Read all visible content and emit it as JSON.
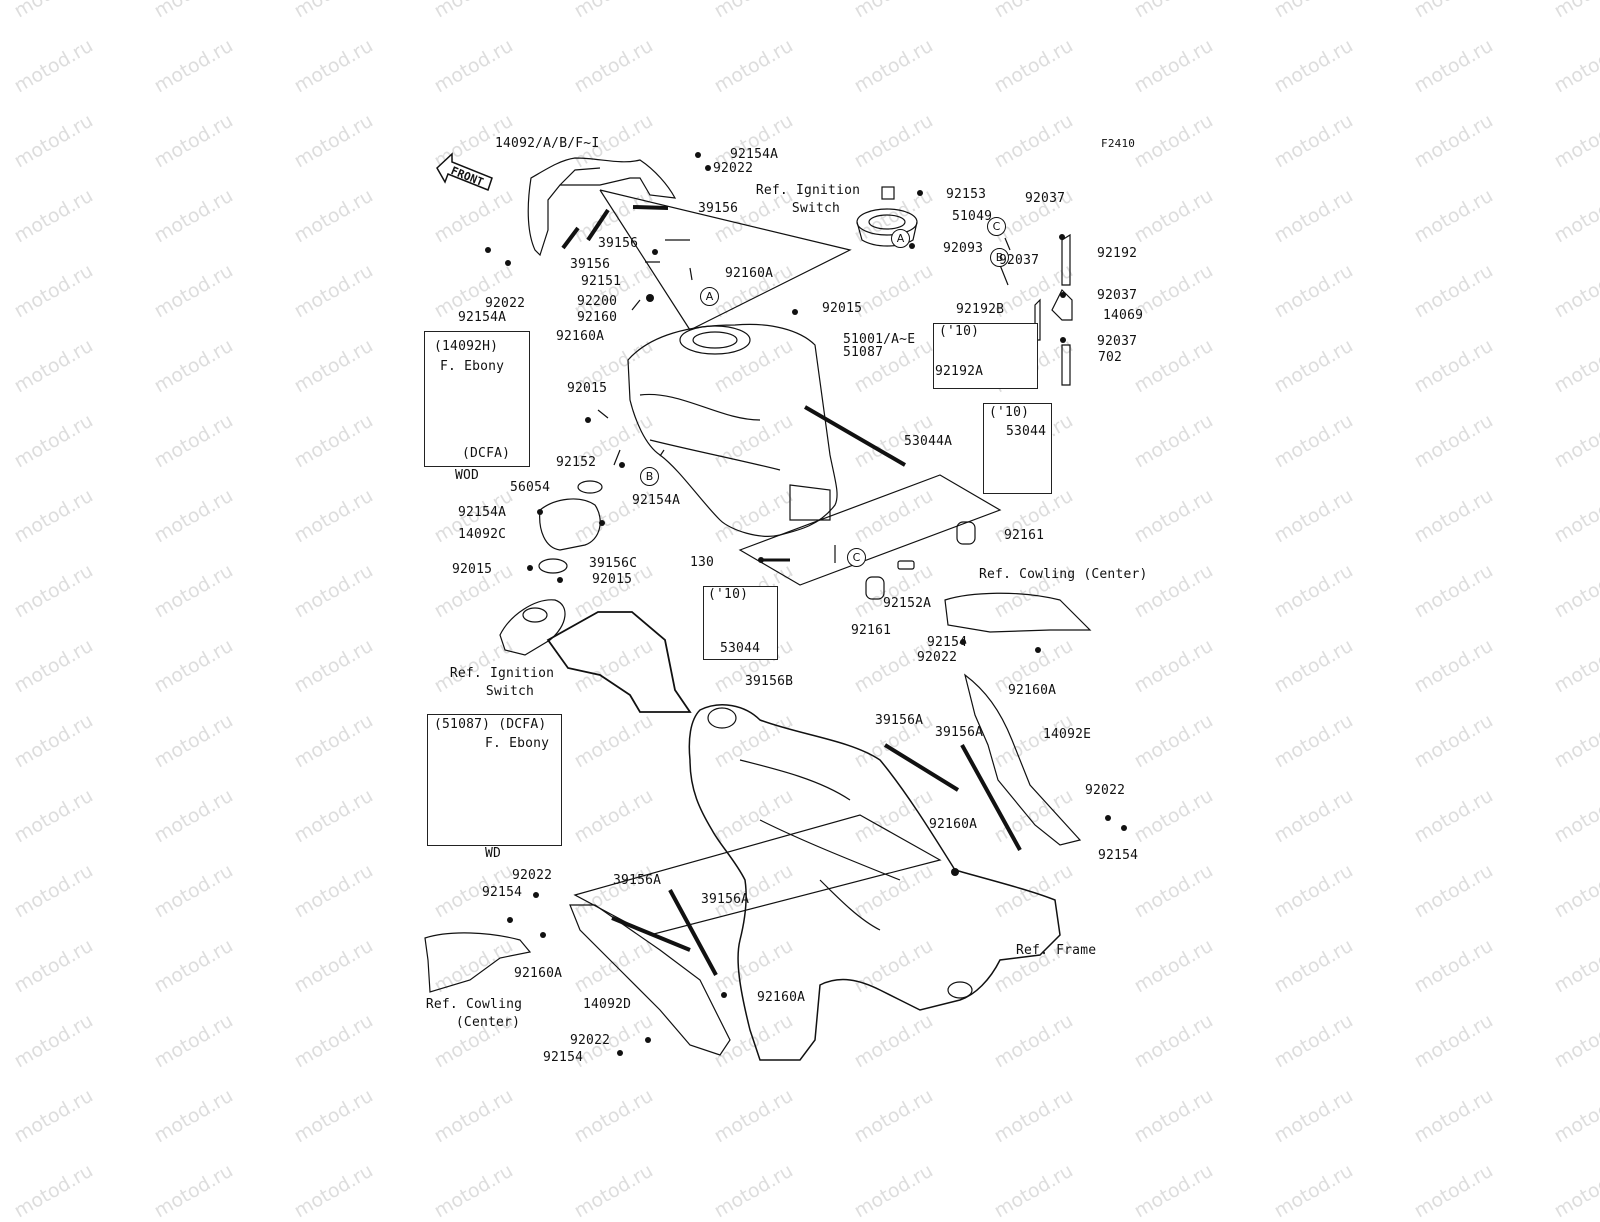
{
  "figure_code": "F2410",
  "front_label": "FRONT",
  "watermark": "motod.ru",
  "colors": {
    "ink": "#111111",
    "watermark": "#dddddd",
    "background": "#ffffff"
  },
  "ref_markers": [
    "A",
    "B",
    "C"
  ],
  "labels": {
    "p14092_abfi": "14092/A/B/F~I",
    "p92154a_top": "92154A",
    "p92022_top": "92022",
    "ref_ignition_switch_top_1": "Ref. Ignition",
    "ref_ignition_switch_top_2": "Switch",
    "p92153": "92153",
    "p51049": "51049",
    "p92093": "92093",
    "p92037_a": "92037",
    "p92192": "92192",
    "p92037_b": "92037",
    "p92192b": "92192B",
    "p92037_c": "92037",
    "p14069": "14069",
    "p92037_d": "92037",
    "p702": "702",
    "p39156_a": "39156",
    "p39156_b": "39156",
    "p39156_c": "39156",
    "p92151": "92151",
    "p92160a_1": "92160A",
    "p92200": "92200",
    "p92160": "92160",
    "p92160a_2": "92160A",
    "p92015_1": "92015",
    "p51001": "51001/A~E",
    "p51087": "51087",
    "p92022_left": "92022",
    "p92154a_left": "92154A",
    "p92015_2": "92015",
    "p92152": "92152",
    "p53044a": "53044A",
    "p56054": "56054",
    "p92154a_3": "92154A",
    "p92154a_4": "92154A",
    "p14092c": "14092C",
    "p92015_3": "92015",
    "p39156c": "39156C",
    "p92015_4": "92015",
    "ref_ignition_switch_bottom_1": "Ref. Ignition",
    "ref_ignition_switch_bottom_2": "Switch",
    "p130": "130",
    "p92161_a": "92161",
    "p92161_b": "92161",
    "p92152a": "92152A",
    "p39156b": "39156B",
    "ref_cowling_center_right": "Ref. Cowling (Center)",
    "p92154_r1": "92154",
    "p92022_r1": "92022",
    "p92160a_r1": "92160A",
    "p39156a_1": "39156A",
    "p39156a_2": "39156A",
    "p14092e": "14092E",
    "p92022_r2": "92022",
    "p92160a_r2": "92160A",
    "p92154_r2": "92154",
    "ref_frame": "Ref. Frame",
    "p92022_bl": "92022",
    "p92154_bl": "92154",
    "p39156a_3": "39156A",
    "p39156a_4": "39156A",
    "p92160a_bl": "92160A",
    "ref_cowling_center_left_1": "Ref. Cowling",
    "ref_cowling_center_left_2": "(Center)",
    "p14092d": "14092D",
    "p92160a_b2": "92160A",
    "p92022_b": "92022",
    "p92154_b": "92154"
  },
  "inset_boxes": {
    "box_14092h": {
      "title": "(14092H)",
      "color": "F. Ebony",
      "variant": "(DCFA)",
      "caption": "WOD"
    },
    "box_10_92192a": {
      "title": "('10)",
      "part": "92192A"
    },
    "box_10_53044_right": {
      "title": "('10)",
      "part": "53044"
    },
    "box_10_53044_center": {
      "title": "('10)",
      "part": "53044"
    },
    "box_51087": {
      "title": "(51087) (DCFA)",
      "color": "F. Ebony",
      "caption": "WD"
    }
  }
}
